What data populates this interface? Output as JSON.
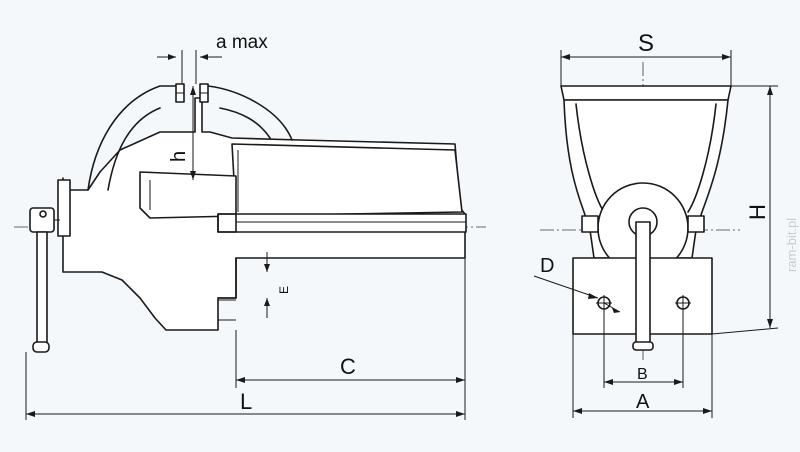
{
  "labels": {
    "a_max": "a max",
    "h": "h",
    "E": "E",
    "C": "C",
    "L": "L",
    "S": "S",
    "H": "H",
    "D": "D",
    "B": "B",
    "A": "A"
  },
  "watermark": "ram-bit.pl",
  "colors": {
    "line": "#1a1a1a",
    "paper": "#f4f8fa"
  }
}
